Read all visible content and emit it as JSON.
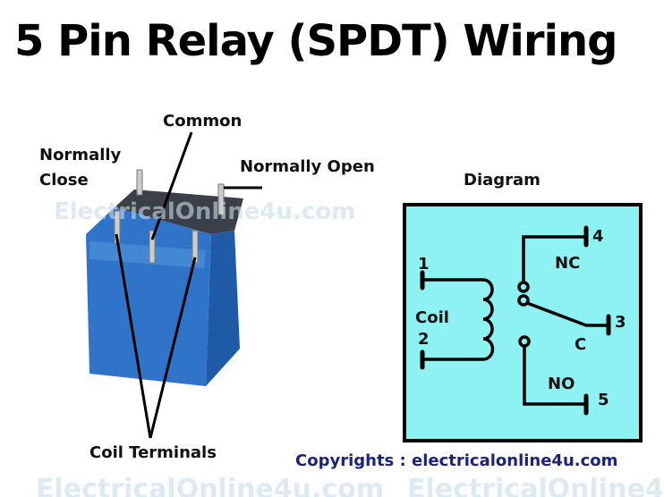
{
  "title": "5 Pin Relay (SPDT) Wiring",
  "photo_labels": {
    "common": "Common",
    "normally_close": "Normally\nClose",
    "normally_close_line1": "Normally",
    "normally_close_line2": "Close",
    "normally_open": "Normally Open",
    "coil_terminals": "Coil Terminals"
  },
  "diagram": {
    "heading": "Diagram",
    "pin1": "1",
    "pin2": "2",
    "pin3": "3",
    "pin4": "4",
    "pin5": "5",
    "coil": "Coil",
    "nc": "NC",
    "c": "C",
    "no": "NO",
    "fill_color": "#8ff2f2"
  },
  "copyright": "Copyrights : electricalonline4u.com",
  "watermark": "ElectricalOnline4u.com",
  "colors": {
    "relay_body": "#2f74c8",
    "copyright_text": "#1a237e"
  }
}
